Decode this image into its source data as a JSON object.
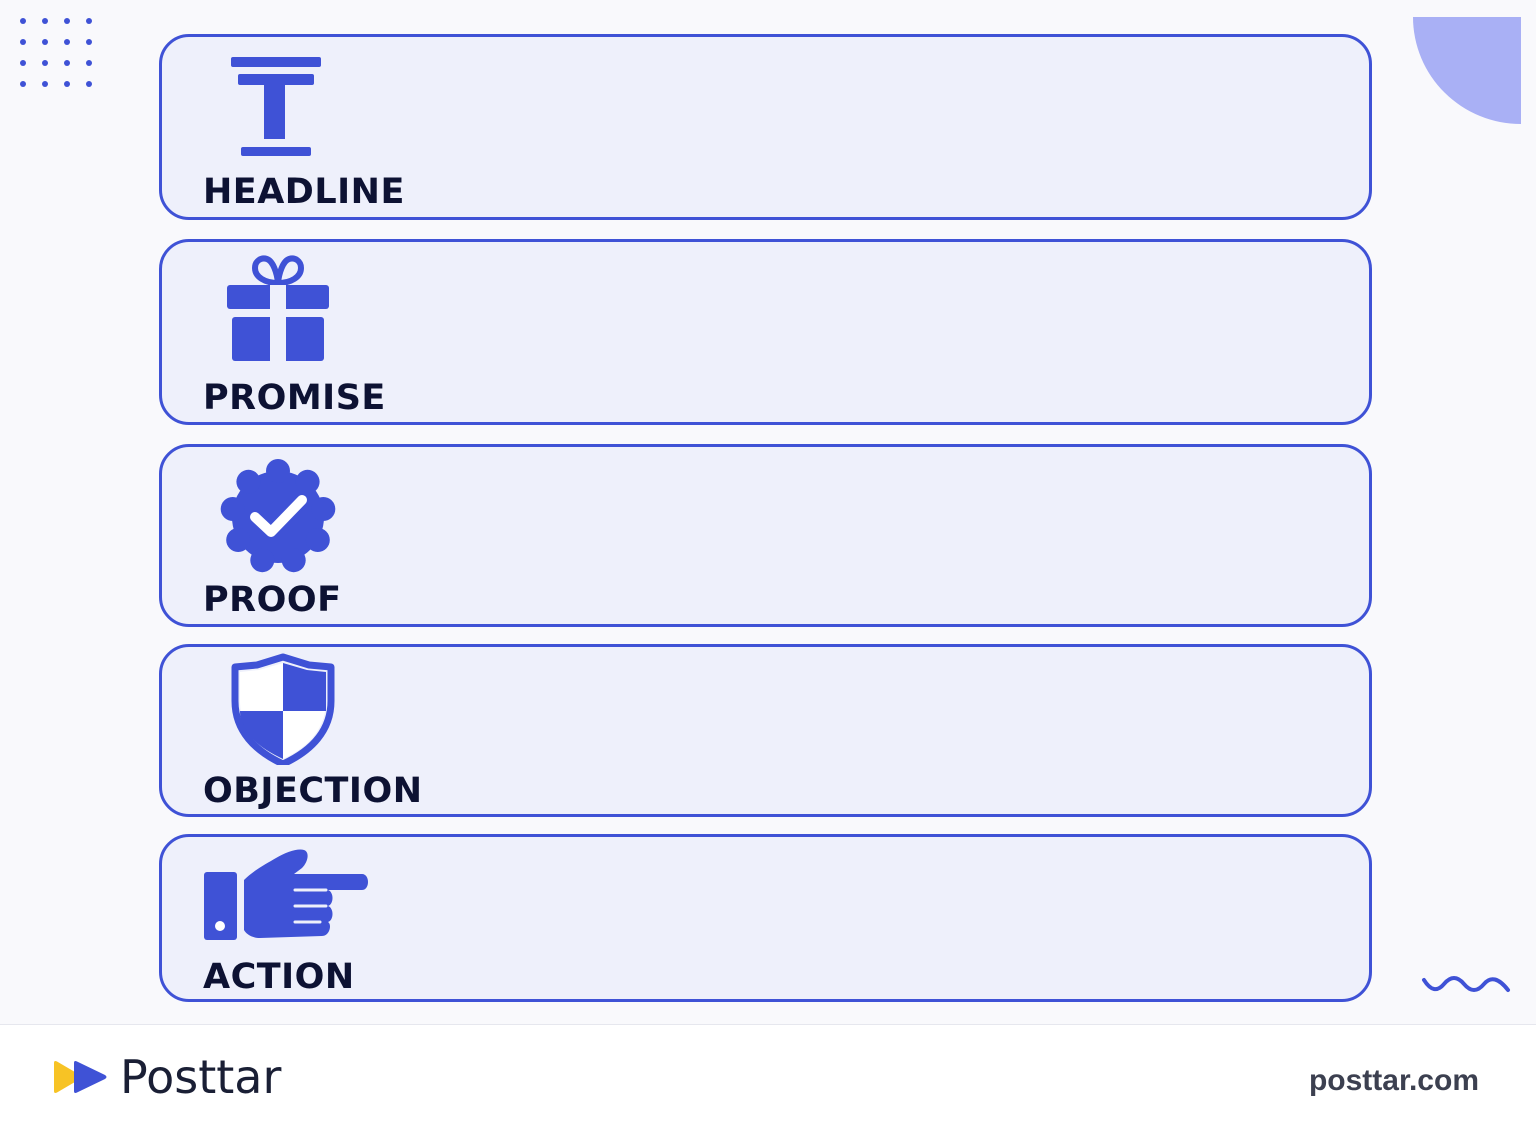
{
  "colors": {
    "accent": "#3f52d6",
    "card_fill": "#eef0fb",
    "label_text": "#0d1233",
    "decor_light": "#a9b0f5",
    "logo_yellow": "#f7c325",
    "logo_blue": "#3f52d6"
  },
  "cards": [
    {
      "label": "HEADLINE",
      "icon": "text-cursor-icon"
    },
    {
      "label": "PROMISE",
      "icon": "gift-icon"
    },
    {
      "label": "PROOF",
      "icon": "verified-badge-icon"
    },
    {
      "label": "OBJECTION",
      "icon": "shield-icon"
    },
    {
      "label": "ACTION",
      "icon": "pointing-hand-icon"
    }
  ],
  "footer": {
    "brand_name": "Posttar",
    "url": "posttar.com"
  }
}
